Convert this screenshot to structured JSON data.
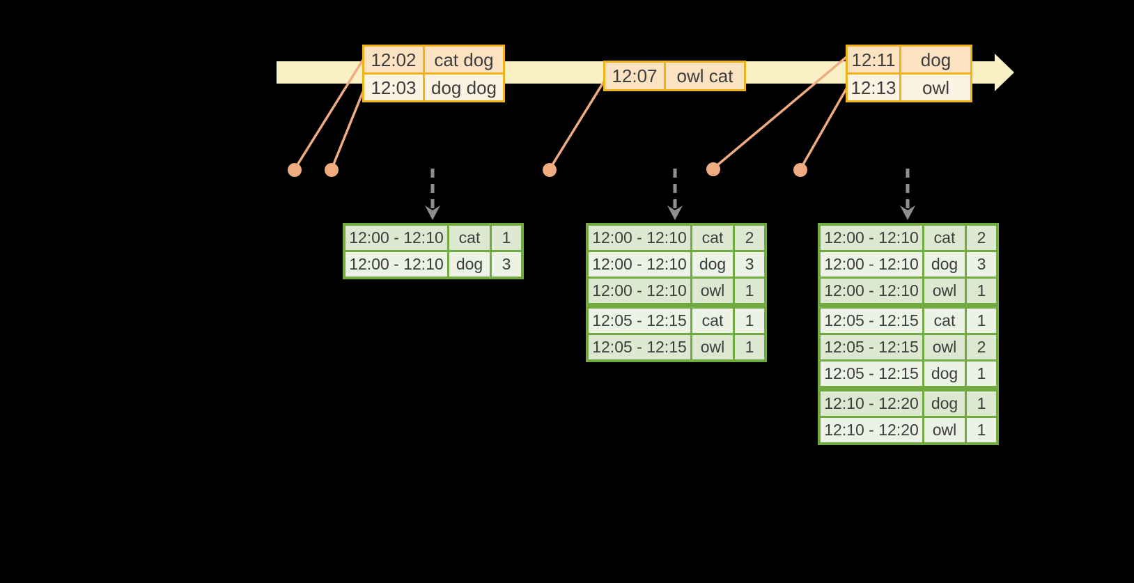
{
  "colors": {
    "background": "#000000",
    "timeline_fill": "#faf0c6",
    "event_table_border": "#f0b319",
    "event_row_dark": "#fbe3c2",
    "event_row_light": "#fdf3e3",
    "result_table_border": "#70aa40",
    "result_row_dark": "#dce8d0",
    "result_row_light": "#ecf2e6",
    "marker_orange": "#efac80",
    "trigger_arrow_gray": "#8f8f8f",
    "text": "#3d3d3d"
  },
  "icons": {
    "timeline_arrow": "right-arrow",
    "event_marker": "circle-dot",
    "trigger_arrow": "dashed-down-arrow"
  },
  "event_tables": [
    {
      "rows": [
        {
          "time": "12:02",
          "words": "cat dog"
        },
        {
          "time": "12:03",
          "words": "dog dog"
        }
      ]
    },
    {
      "rows": [
        {
          "time": "12:07",
          "words": "owl cat"
        }
      ]
    },
    {
      "rows": [
        {
          "time": "12:11",
          "words": "dog"
        },
        {
          "time": "12:13",
          "words": "owl"
        }
      ]
    }
  ],
  "result_tables": [
    {
      "rows": [
        {
          "window": "12:00 - 12:10",
          "word": "cat",
          "count": "1"
        },
        {
          "window": "12:00 - 12:10",
          "word": "dog",
          "count": "3"
        }
      ]
    },
    {
      "rows": [
        {
          "window": "12:00 - 12:10",
          "word": "cat",
          "count": "2"
        },
        {
          "window": "12:00 - 12:10",
          "word": "dog",
          "count": "3"
        },
        {
          "window": "12:00 - 12:10",
          "word": "owl",
          "count": "1"
        },
        {
          "window": "12:05 - 12:15",
          "word": "cat",
          "count": "1"
        },
        {
          "window": "12:05 - 12:15",
          "word": "owl",
          "count": "1"
        }
      ]
    },
    {
      "rows": [
        {
          "window": "12:00 - 12:10",
          "word": "cat",
          "count": "2"
        },
        {
          "window": "12:00 - 12:10",
          "word": "dog",
          "count": "3"
        },
        {
          "window": "12:00 - 12:10",
          "word": "owl",
          "count": "1"
        },
        {
          "window": "12:05 - 12:15",
          "word": "cat",
          "count": "1"
        },
        {
          "window": "12:05 - 12:15",
          "word": "owl",
          "count": "2"
        },
        {
          "window": "12:05 - 12:15",
          "word": "dog",
          "count": "1"
        },
        {
          "window": "12:10 - 12:20",
          "word": "dog",
          "count": "1"
        },
        {
          "window": "12:10 - 12:20",
          "word": "owl",
          "count": "1"
        }
      ]
    }
  ]
}
